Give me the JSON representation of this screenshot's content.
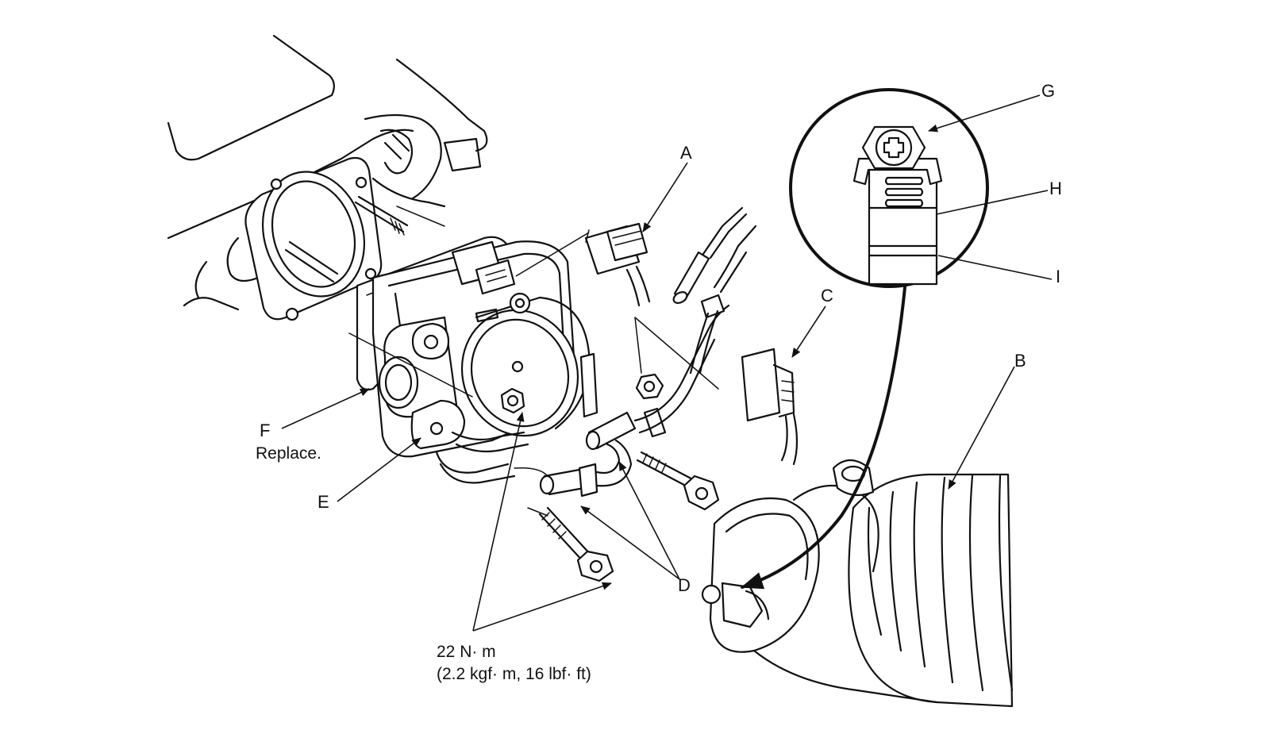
{
  "callouts": {
    "A": "A",
    "B": "B",
    "C": "C",
    "D": "D",
    "E": "E",
    "F": "F",
    "G": "G",
    "H": "H",
    "I": "I"
  },
  "notes": {
    "replace": "Replace.",
    "torque_line1": "22 N· m",
    "torque_line2": "(2.2 kgf· m, 16 lbf· ft)"
  },
  "icons": {
    "detail_screw": "phillips-screw-icon"
  },
  "colors": {
    "line": "#111111",
    "background": "#ffffff"
  }
}
